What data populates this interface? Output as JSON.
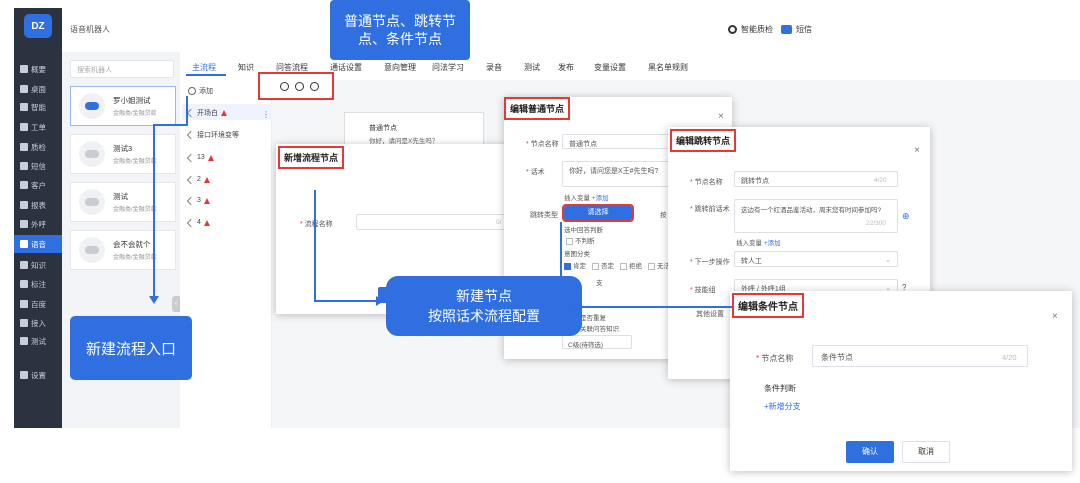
{
  "app": {
    "logo": "DZ",
    "title": "语音机器人"
  },
  "topbar": {
    "quality_check": "智能质检",
    "sms": "短信"
  },
  "sidebar": {
    "items": [
      {
        "label": "概要",
        "icon": "home-icon"
      },
      {
        "label": "桌面",
        "icon": "monitor-icon"
      },
      {
        "label": "智能",
        "icon": "smart-icon"
      },
      {
        "label": "工单",
        "icon": "ticket-icon"
      },
      {
        "label": "质检",
        "icon": "check-icon"
      },
      {
        "label": "短信",
        "icon": "message-icon"
      },
      {
        "label": "客户",
        "icon": "customer-icon"
      },
      {
        "label": "报表",
        "icon": "report-icon"
      },
      {
        "label": "外呼",
        "icon": "phone-icon"
      },
      {
        "label": "语音",
        "icon": "voice-icon",
        "active": true
      },
      {
        "label": "知识",
        "icon": "knowledge-icon"
      },
      {
        "label": "标注",
        "icon": "tag-icon"
      },
      {
        "label": "百度",
        "icon": "baidu-icon"
      },
      {
        "label": "接入",
        "icon": "access-icon"
      },
      {
        "label": "测试",
        "icon": "test-icon"
      },
      {
        "label": "设置",
        "icon": "gear-icon"
      }
    ]
  },
  "bots": {
    "search_placeholder": "搜索机器人",
    "items": [
      {
        "name": "罗小姐测试",
        "sub": "金融类/金融贷款"
      },
      {
        "name": "测试3",
        "sub": "金融类/金融贷款"
      },
      {
        "name": "测试",
        "sub": "金融类/金融贷款"
      },
      {
        "name": "会不会就个",
        "sub": "金融类/金融贷款"
      }
    ]
  },
  "tabs": [
    "主流程",
    "知识",
    "问答流程",
    "通话设置",
    "意向管理",
    "问法学习",
    "录音",
    "测试",
    "发布",
    "变量设置",
    "黑名单规则"
  ],
  "flows": {
    "add_label": "添加",
    "items": [
      {
        "label": "开场白",
        "warn": true
      },
      {
        "label": "接口环境变等",
        "warn": false
      },
      {
        "label": "13",
        "warn": true
      },
      {
        "label": "2",
        "warn": true
      },
      {
        "label": "3",
        "warn": true
      },
      {
        "label": "4",
        "warn": true
      }
    ]
  },
  "canvas": {
    "node_title": "普通节点",
    "node_sub": "你好，请问是X先生吗？"
  },
  "new_flow_dialog": {
    "title": "新增流程节点",
    "name_label": "流程名称",
    "counter": "0/"
  },
  "normal_dialog": {
    "title": "编辑普通节点",
    "name_label": "节点名称",
    "name_value": "普通节点",
    "script_label": "话术",
    "script_value": "你好，请问您是X王#先生吗?",
    "insert_var": "插入变量",
    "add_link": "+添加",
    "jump_label": "跳转类型",
    "jump_active": "请选择",
    "jump_other": "按",
    "intent_label": "选中回答判断",
    "intent_opt": "不判断",
    "cat_label": "意图分类",
    "cats": [
      "肯定",
      "否定",
      "拒绝",
      "无法应答"
    ],
    "branch_tail": "支",
    "repeat_label": "是否重复",
    "kb_label": "关联问答知识",
    "level_value": "C级(待筛选)"
  },
  "jump_dialog": {
    "title": "编辑跳转节点",
    "name_label": "节点名称",
    "name_value": "跳转节点",
    "name_counter": "4/20",
    "script_label": "跳转前话术",
    "script_value": "这边有一个红酒品鉴活动，周末您有时间参加吗?",
    "script_counter": "22/300",
    "insert_var": "插入变量",
    "add_link": "+添加",
    "next_label": "下一步操作",
    "next_value": "转人工",
    "skill_label": "技能组",
    "skill_value": "外呼 / 外呼1组",
    "other_label": "其他设置"
  },
  "cond_dialog": {
    "title": "编辑条件节点",
    "name_label": "节点名称",
    "name_value": "条件节点",
    "name_counter": "4/20",
    "cond_label": "条件判断",
    "add_branch": "+新增分支",
    "confirm": "确认",
    "cancel": "取消"
  },
  "callouts": {
    "node_types": "普通节点、跳转节点、条件节点",
    "new_flow_entry": "新建流程入口",
    "new_node": "新建节点\n按照话术流程配置"
  },
  "colors": {
    "accent": "#2f6fe0",
    "highlight": "#e53935",
    "sidebar": "#2b3240"
  }
}
